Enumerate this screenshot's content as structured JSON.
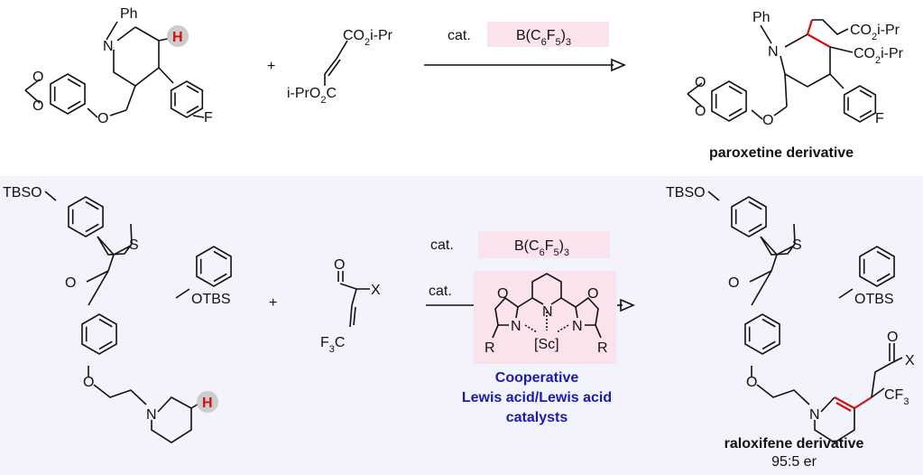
{
  "top_reaction": {
    "reactant": {
      "ph": "Ph",
      "n": "N",
      "h": "H",
      "f": "F",
      "o_ether": "O",
      "o1": "O",
      "o2": "O"
    },
    "plus": "+",
    "reagent": {
      "ester_top": "CO2i-Pr",
      "ester_bottom": "i-PrO2C"
    },
    "conditions": {
      "cat_label": "cat.",
      "catalyst": "B(C6F5)3"
    },
    "product": {
      "ph": "Ph",
      "n": "N",
      "ester_top": "CO2i-Pr",
      "ester_bottom": "CO2i-Pr",
      "f": "F",
      "o_ether": "O",
      "o1": "O",
      "o2": "O",
      "name": "paroxetine derivative"
    }
  },
  "bottom_reaction": {
    "reactant": {
      "tbso": "TBSO",
      "s": "S",
      "o_ketone": "O",
      "otbs": "OTBS",
      "o_ether": "O",
      "n": "N",
      "h": "H"
    },
    "plus": "+",
    "reagent": {
      "o": "O",
      "x": "X",
      "cf3": "F3C"
    },
    "conditions": {
      "cat1_label": "cat.",
      "catalyst1": "B(C6F5)3",
      "cat2_label": "cat.",
      "pybox": {
        "o_left": "O",
        "o_right": "O",
        "n_py": "N",
        "n_left": "N",
        "n_right": "N",
        "metal": "[Sc]",
        "r_left": "R",
        "r_right": "R"
      },
      "caption": [
        "Cooperative",
        "Lewis acid/Lewis acid",
        "catalysts"
      ]
    },
    "product": {
      "tbso": "TBSO",
      "s": "S",
      "o_ketone": "O",
      "otbs": "OTBS",
      "o_carbonyl": "O",
      "x": "X",
      "o_ether": "O",
      "n": "N",
      "cf3": "CF3",
      "name": "raloxifene derivative",
      "er": "95:5 er"
    }
  },
  "colors": {
    "highlight_box": "#fbe3ee",
    "panel_bg": "#f3f3fb",
    "caption": "#1a1ab0",
    "new_bond": "#d01010"
  }
}
